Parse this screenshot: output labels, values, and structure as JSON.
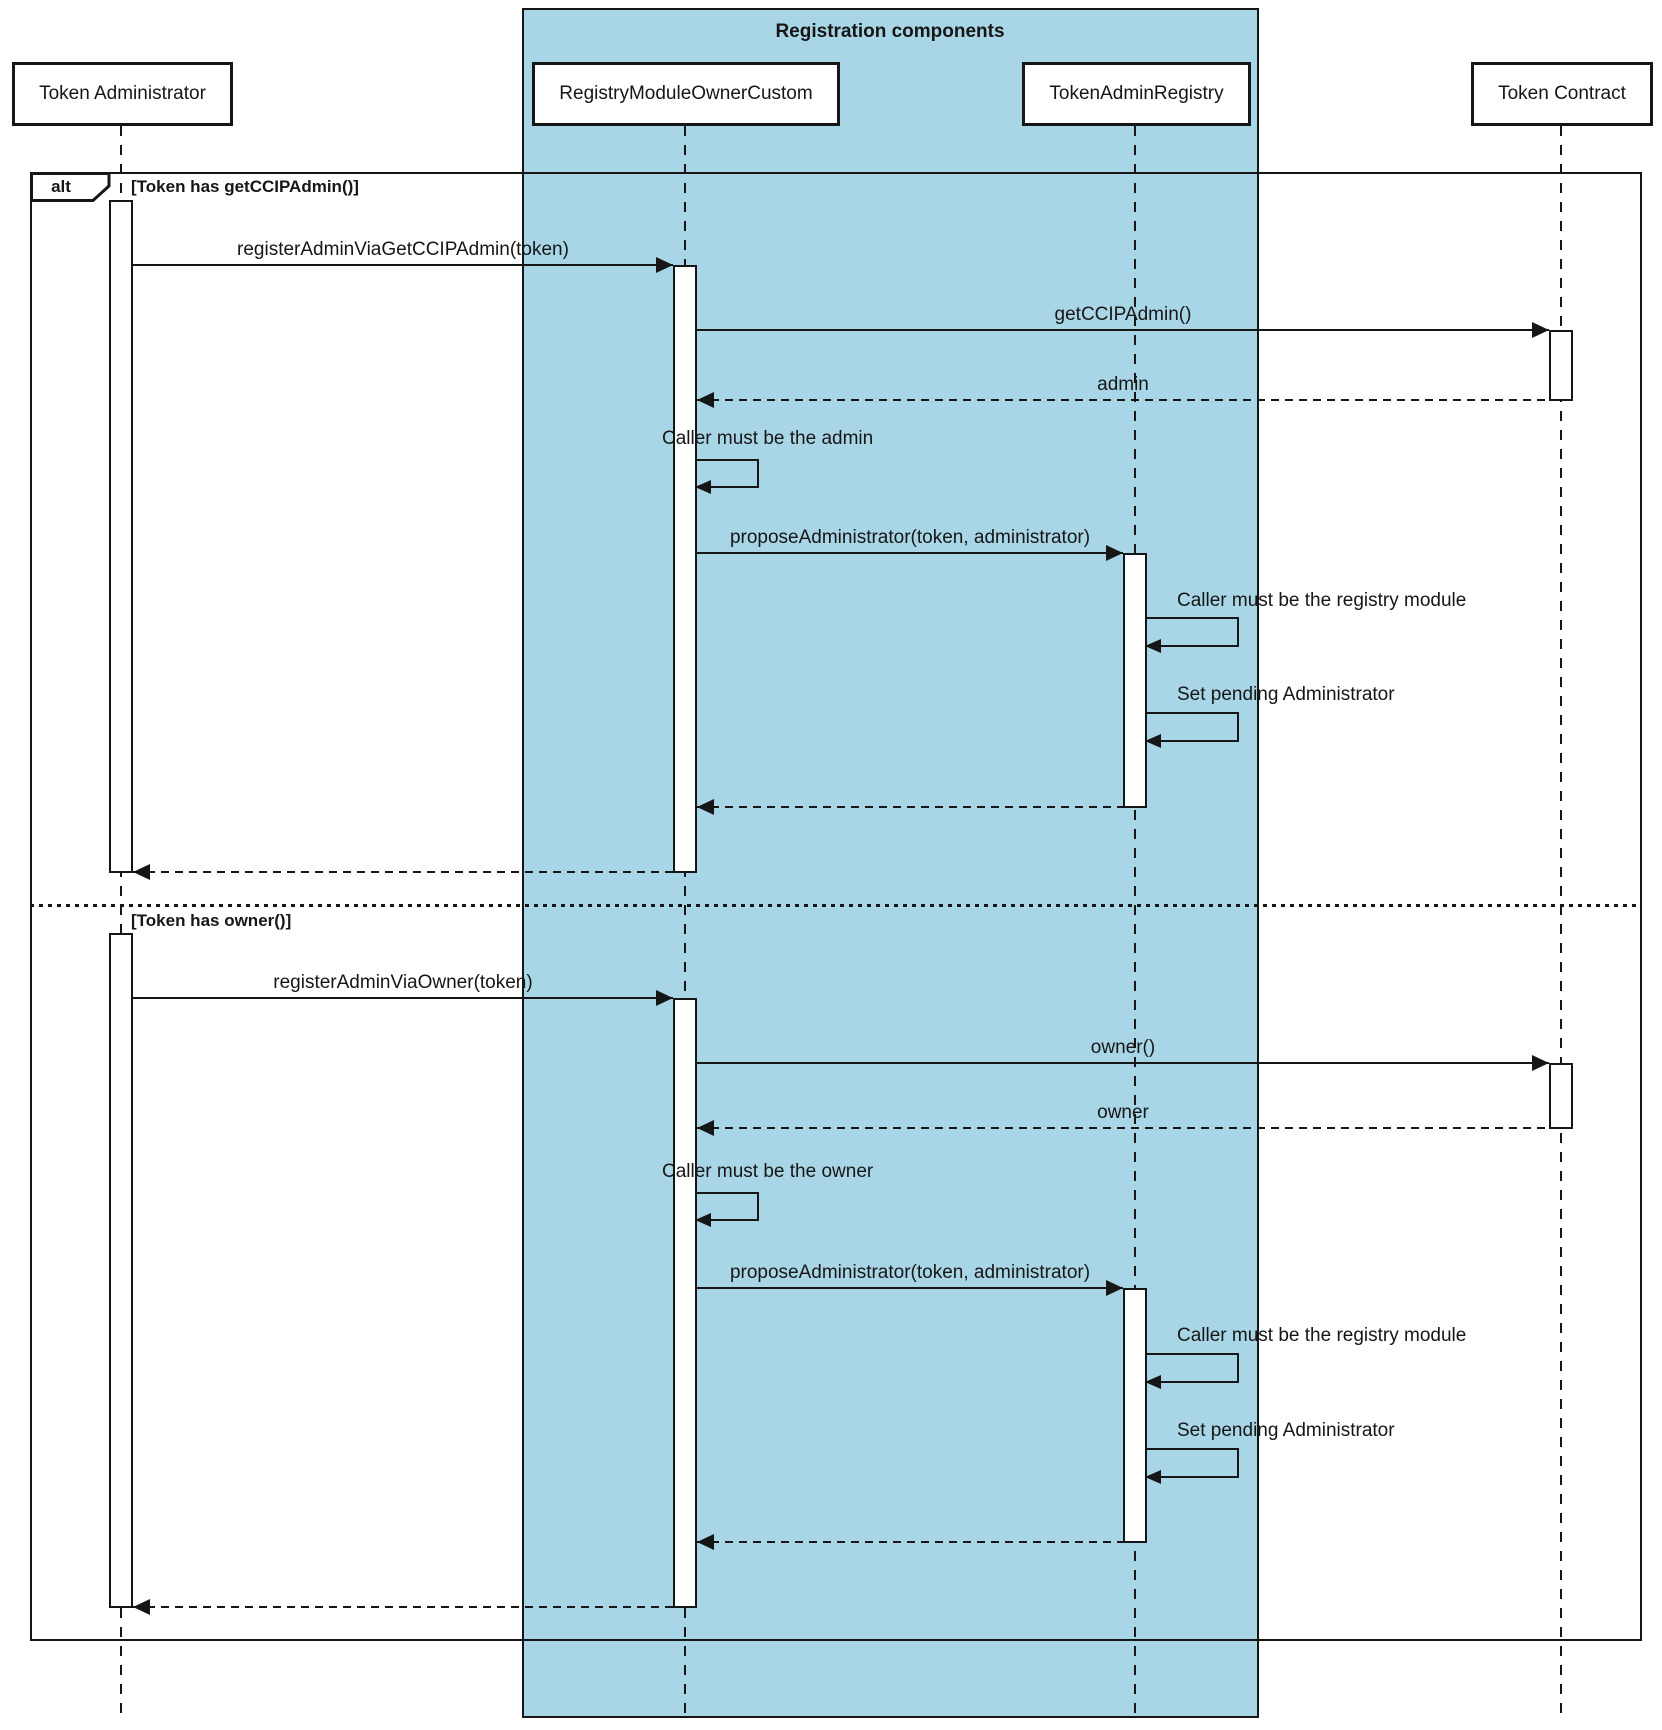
{
  "colors": {
    "frame_fill": "#a9d6e6",
    "stroke": "#161616",
    "background": "#ffffff"
  },
  "frame": {
    "title": "Registration components"
  },
  "alt": {
    "operator": "alt",
    "guard_first": "[Token has getCCIPAdmin()]",
    "guard_second": "[Token has owner()]"
  },
  "participants": {
    "token_administrator": {
      "label": "Token Administrator"
    },
    "registry_module_owner_custom": {
      "label": "RegistryModuleOwnerCustom"
    },
    "token_admin_registry": {
      "label": "TokenAdminRegistry"
    },
    "token_contract": {
      "label": "Token Contract"
    }
  },
  "section1": {
    "register_admin_call": "registerAdminViaGetCCIPAdmin(token)",
    "get_ccip_admin_call": "getCCIPAdmin()",
    "admin_return": "admin",
    "caller_must_be_admin": "Caller must be the admin",
    "propose_administrator_call": "proposeAdministrator(token, administrator)",
    "caller_must_be_registry_module": "Caller must be the registry module",
    "set_pending_administrator": "Set pending Administrator"
  },
  "section2": {
    "register_admin_call": "registerAdminViaOwner(token)",
    "owner_call": "owner()",
    "owner_return": "owner",
    "caller_must_be_owner": "Caller must be the owner",
    "propose_administrator_call": "proposeAdministrator(token, administrator)",
    "caller_must_be_registry_module": "Caller must be the registry module",
    "set_pending_administrator": "Set pending Administrator"
  }
}
